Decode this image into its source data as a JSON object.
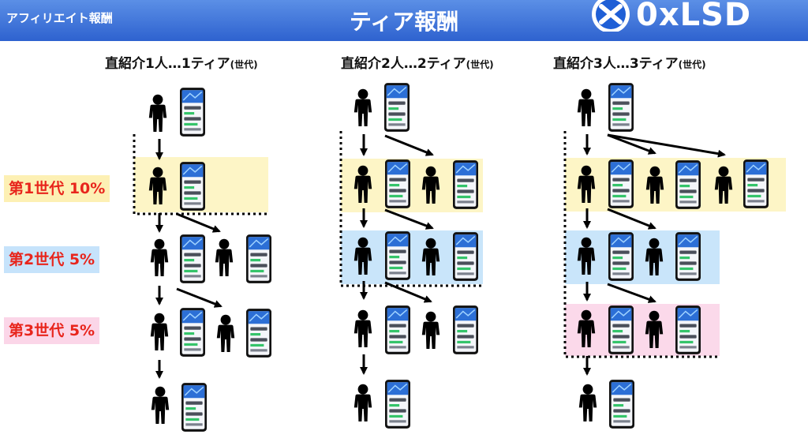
{
  "header": {
    "subtitle": "アフィリエイト報酬",
    "title": "ティア報酬",
    "logo_text": "0xLSD"
  },
  "columns": [
    {
      "title": "直紹介1人…1ティア",
      "suffix": "(世代)"
    },
    {
      "title": "直紹介2人…2ティア",
      "suffix": "(世代)"
    },
    {
      "title": "直紹介3人…3ティア",
      "suffix": "(世代)"
    }
  ],
  "generations": [
    {
      "label": "第1世代 10%",
      "text_color": "#e8251c",
      "bg": "#fdf0b4"
    },
    {
      "label": "第2世代 5%",
      "text_color": "#e8251c",
      "bg": "#c6e3fb"
    },
    {
      "label": "第3世代 5%",
      "text_color": "#e8251c",
      "bg": "#fbd6e8"
    }
  ],
  "colors": {
    "header_top": "#5b8fe6",
    "header_bottom": "#2e62cf",
    "band_gen1": "#fdf5c6",
    "band_gen2": "#c9e5fa",
    "band_gen3": "#fbd9ea"
  }
}
